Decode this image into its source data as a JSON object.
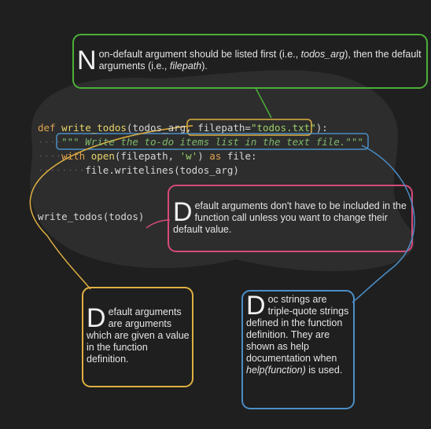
{
  "code": {
    "l1_def": "def ",
    "l1_fn": "write_todos",
    "l1_args": "(todos_arg, ",
    "l1_kwarg": "filepath=",
    "l1_kwval": "\"todos.txt\"",
    "l1_end": "):",
    "l2_docstring": "\"\"\" Write the to-do items list in the text file.\"\"\"",
    "l3_with": "with ",
    "l3_open": "open",
    "l3_args1": "(filepath, ",
    "l3_mode": "'w'",
    "l3_args2": ") ",
    "l3_as": "as",
    "l3_file": " file:",
    "l4_body": "file.writelines(todos_arg)",
    "call": "write_todos(todos)"
  },
  "notes": {
    "top": {
      "drop": "N",
      "text": "on-default argument should be listed first (i.e., ",
      "em1": "todos_arg",
      "mid": "), then the default arguments (i.e., ",
      "em2": "filepath",
      "end": ")."
    },
    "pink": {
      "drop": "D",
      "text": "efault arguments don't have to be included in the function call unless you want to change their default value."
    },
    "yellow": {
      "drop": "D",
      "text": "efault arguments are arguments which are given a value in the function definition."
    },
    "blue": {
      "drop": "D",
      "text": "oc strings are triple-quote strings defined in the function definition. They are shown as help documentation when ",
      "em": "help(function)",
      "end": " is used."
    }
  },
  "colors": {
    "green": "#4caf3a",
    "pink": "#d64a7a",
    "yellow": "#e0b040",
    "blue": "#4a8fc8",
    "blob": "#2e2e2e"
  }
}
